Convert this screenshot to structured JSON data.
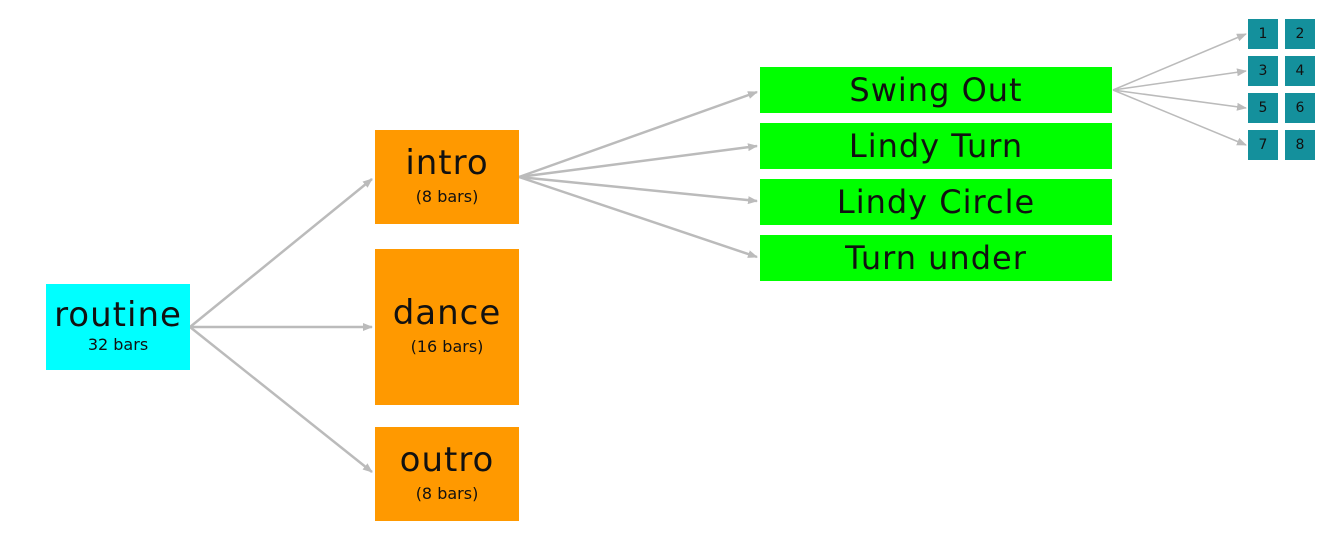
{
  "colors": {
    "routine": "#00ffff",
    "section": "#ff9900",
    "move": "#00ff00",
    "count": "#14909c",
    "connector": "#bbbbbb"
  },
  "routine": {
    "title": "routine",
    "subtitle": "32 bars"
  },
  "sections": [
    {
      "title": "intro",
      "subtitle": "(8 bars)"
    },
    {
      "title": "dance",
      "subtitle": "(16 bars)"
    },
    {
      "title": "outro",
      "subtitle": "(8 bars)"
    }
  ],
  "moves": [
    "Swing Out",
    "Lindy Turn",
    "Lindy Circle",
    "Turn under"
  ],
  "counts": [
    "1",
    "2",
    "3",
    "4",
    "5",
    "6",
    "7",
    "8"
  ]
}
